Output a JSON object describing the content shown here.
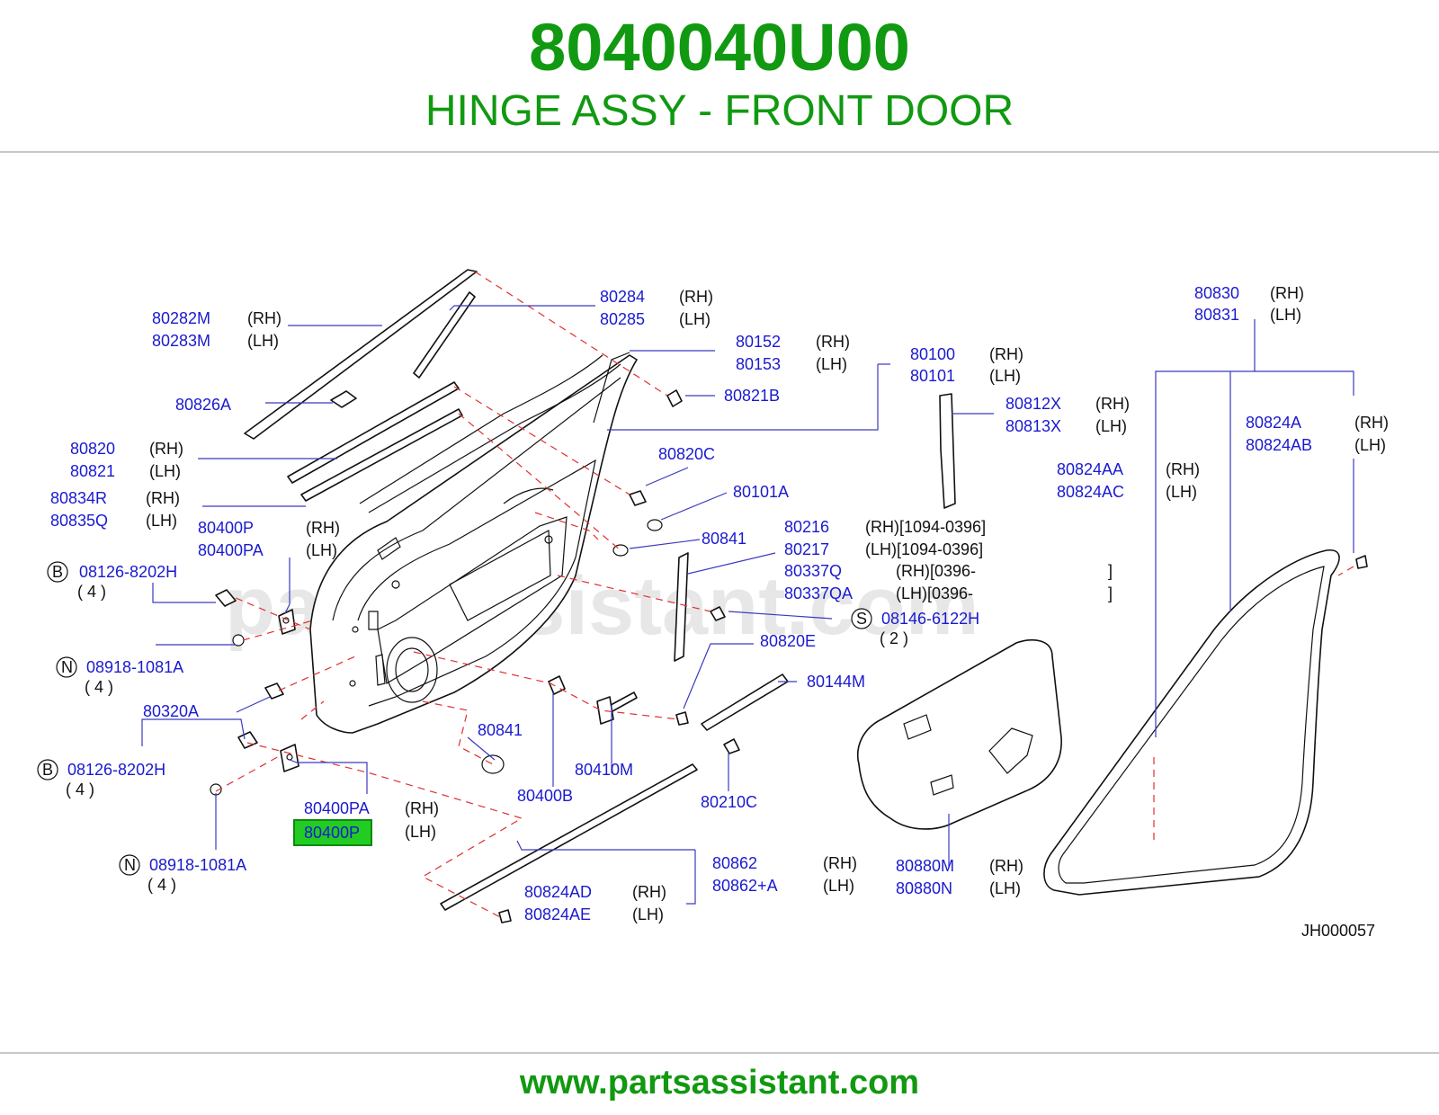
{
  "header": {
    "part_number": "8040040U00",
    "part_name": "HINGE ASSY - FRONT DOOR"
  },
  "footer": {
    "url": "www.partsassistant.com"
  },
  "diagram": {
    "watermark": "partsassistant.com",
    "diagram_code": "JH000057",
    "highlight_color": "#22cc22",
    "accent_color": "#119911",
    "labels": {
      "p80284": "80284",
      "p80284_s": "(RH)",
      "p80285": "80285",
      "p80285_s": "(LH)",
      "p80282M": "80282M",
      "p80282M_s": "(RH)",
      "p80283M": "80283M",
      "p80283M_s": "(LH)",
      "p80152": "80152",
      "p80152_s": "(RH)",
      "p80153": "80153",
      "p80153_s": "(LH)",
      "p80100": "80100",
      "p80100_s": "(RH)",
      "p80101": "80101",
      "p80101_s": "(LH)",
      "p80830": "80830",
      "p80830_s": "(RH)",
      "p80831": "80831",
      "p80831_s": "(LH)",
      "p80826A": "80826A",
      "p80821B": "80821B",
      "p80812X": "80812X",
      "p80812X_s": "(RH)",
      "p80813X": "80813X",
      "p80813X_s": "(LH)",
      "p80824A": "80824A",
      "p80824A_s": "(RH)",
      "p80824AB": "80824AB",
      "p80824AB_s": "(LH)",
      "p80820": "80820",
      "p80820_s": "(RH)",
      "p80821": "80821",
      "p80821_s": "(LH)",
      "p80820C": "80820C",
      "p80824AA": "80824AA",
      "p80824AA_s": "(RH)",
      "p80824AC": "80824AC",
      "p80824AC_s": "(LH)",
      "p80834R": "80834R",
      "p80834R_s": "(RH)",
      "p80835Q": "80835Q",
      "p80835Q_s": "(LH)",
      "p80101A": "80101A",
      "p80400P_a": "80400P",
      "p80400P_a_s": "(RH)",
      "p80400PA_a": "80400PA",
      "p80400PA_a_s": "(LH)",
      "p80216": "80216",
      "p80216_s": "(RH)[1094-0396]",
      "p80217": "80217",
      "p80217_s": "(LH)[1094-0396]",
      "p80841_a": "80841",
      "bolt_B1": "08126-8202H",
      "bolt_B1_q": "( 4 )",
      "badge_B1": "B",
      "p80337Q": "80337Q",
      "p80337Q_s": "(RH)[0396-",
      "p80337Q_e": "]",
      "p80337QA": "80337QA",
      "p80337QA_s": "(LH)[0396-",
      "p80337QA_e": "]",
      "bolt_S": "08146-6122H",
      "bolt_S_q": "( 2 )",
      "badge_S": "S",
      "nut_N1": "08918-1081A",
      "nut_N1_q": "( 4 )",
      "badge_N1": "N",
      "p80820E": "80820E",
      "p80144M": "80144M",
      "p80320A": "80320A",
      "p80841_b": "80841",
      "bolt_B2": "08126-8202H",
      "bolt_B2_q": "( 4 )",
      "badge_B2": "B",
      "p80410M": "80410M",
      "p80400B": "80400B",
      "p80210C": "80210C",
      "p80400PA_b": "80400PA",
      "p80400PA_b_s": "(RH)",
      "p80400P_hl": "80400P",
      "p80400P_hl_s": "(LH)",
      "nut_N2": "08918-1081A",
      "nut_N2_q": "( 4 )",
      "badge_N2": "N",
      "p80862": "80862",
      "p80862_s": "(RH)",
      "p80862A": "80862+A",
      "p80862A_s": "(LH)",
      "p80880M": "80880M",
      "p80880M_s": "(RH)",
      "p80880N": "80880N",
      "p80880N_s": "(LH)",
      "p80824AD": "80824AD",
      "p80824AD_s": "(RH)",
      "p80824AE": "80824AE",
      "p80824AE_s": "(LH)"
    }
  }
}
